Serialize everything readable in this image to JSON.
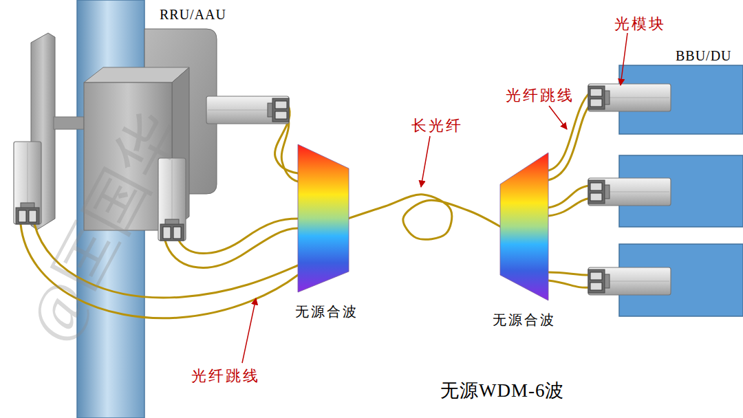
{
  "diagram": {
    "caption": "无源WDM-6波",
    "nodes": [
      {
        "text": [
          "无源合波"
        ]
      },
      {
        "text": [
          "无源合波"
        ]
      }
    ],
    "edges": [
      {
        "from": 0,
        "to": 1,
        "arrow": "none"
      }
    ],
    "labels": [
      "RRU/AAU",
      "BBU/DU",
      "光模块",
      "光纤跳线",
      "长光纤",
      "光纤跳线",
      "@匡国华"
    ]
  }
}
